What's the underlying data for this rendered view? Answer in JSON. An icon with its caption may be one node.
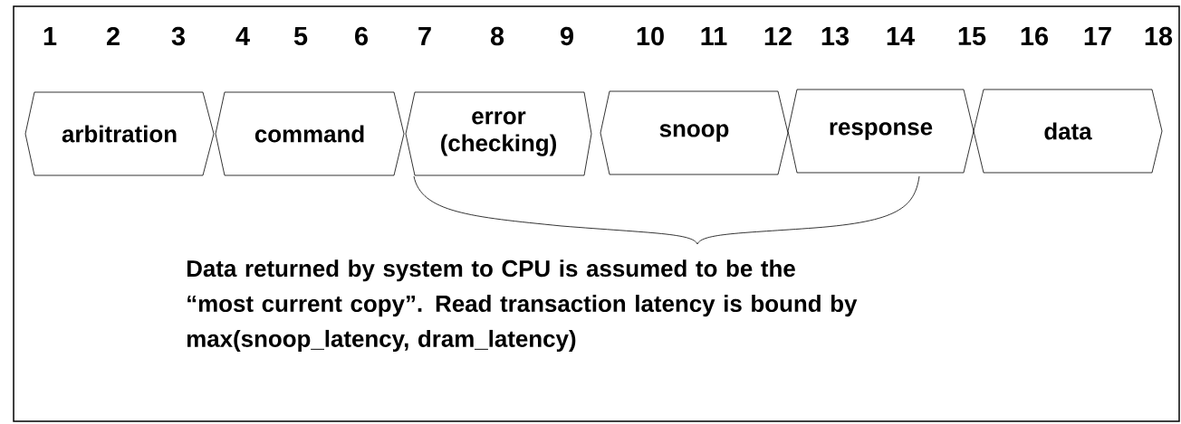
{
  "diagram": {
    "nodes": [
      {
        "text": [
          "arbitration"
        ]
      },
      {
        "text": [
          "command"
        ]
      },
      {
        "text": [
          "error (checking)"
        ]
      },
      {
        "text": [
          "snoop"
        ]
      },
      {
        "text": [
          "response"
        ]
      },
      {
        "text": [
          "data"
        ]
      }
    ],
    "labels": [
      "1",
      "2",
      "3",
      "4",
      "5",
      "6",
      "7",
      "8",
      "9",
      "10",
      "11",
      "12",
      "13",
      "14",
      "15",
      "16",
      "17",
      "18",
      "Data returned by system to CPU is assumed to be the “most current copy”. Read transaction latency is bound by max(snoop_latency, dram_latency)"
    ]
  }
}
